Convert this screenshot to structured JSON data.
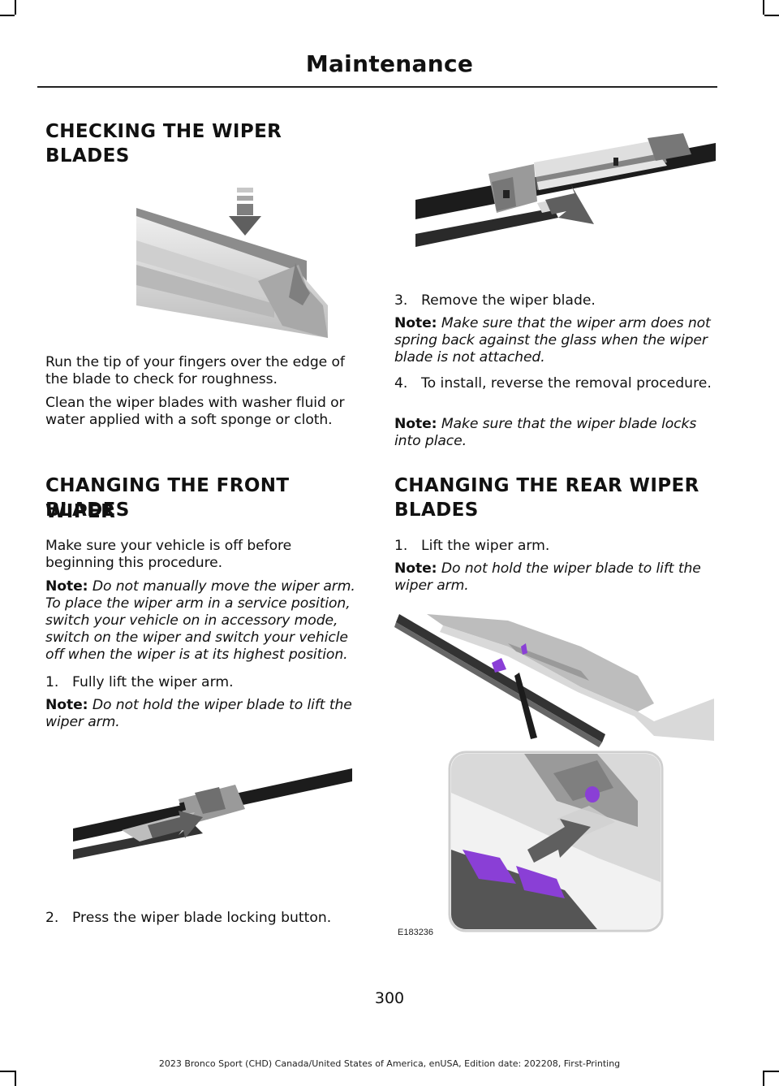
{
  "header": {
    "title": "Maintenance"
  },
  "left": {
    "heading1_line1": "CHECKING THE WIPER",
    "heading1_line2": "BLADES",
    "para1": "Run the tip of your fingers over the edge of the blade to check for roughness.",
    "para2": "Clean the wiper blades with washer fluid or water applied with a soft sponge or cloth.",
    "heading2_line1": "CHANGING THE FRONT WIPER",
    "heading2_line2": "BLADES",
    "para3": "Make sure your vehicle is off before beginning this procedure.",
    "note1_label": "Note:",
    "note1_text": "Do not manually move the wiper arm. To place the wiper arm in a service position, switch your vehicle on in accessory mode, switch on the wiper and switch your vehicle off when the wiper is at its highest position.",
    "step1_num": "1.",
    "step1_text": "Fully lift the wiper arm.",
    "note2_label": "Note:",
    "note2_text": "Do not hold the wiper blade to lift the wiper arm.",
    "step2_num": "2.",
    "step2_text": "Press the wiper blade locking button."
  },
  "right": {
    "step3_num": "3.",
    "step3_text": "Remove the wiper blade.",
    "note3_label": "Note:",
    "note3_text": "Make sure that the wiper arm does not spring back against the glass when the wiper blade is not attached.",
    "step4_num": "4.",
    "step4_text": "To install, reverse the removal procedure.",
    "note4_label": "Note:",
    "note4_text": "Make sure that the wiper blade locks into place.",
    "heading3_line1": "CHANGING THE REAR WIPER",
    "heading3_line2": "BLADES",
    "step5_num": "1.",
    "step5_text": "Lift the wiper arm.",
    "note5_label": "Note:",
    "note5_text": "Do not hold the wiper blade to lift the wiper arm.",
    "figure_code": "E183236"
  },
  "page_number": "300",
  "footer": "2023 Bronco Sport (CHD) Canada/United States of America, enUSA, Edition date: 202208, First-Printing",
  "colors": {
    "arrow_gray": "#5f5f5f",
    "clip_purple": "#8a3fd6",
    "blade_dark": "#1c1c1c",
    "metal_light": "#d9d9d9"
  }
}
